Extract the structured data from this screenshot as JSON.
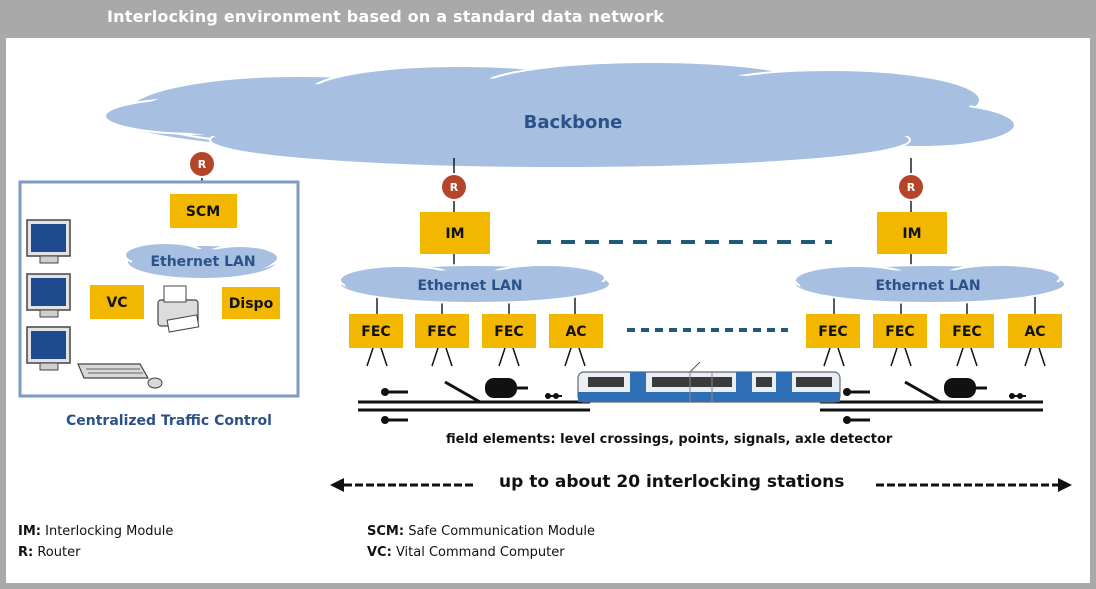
{
  "title": "Interlocking environment based on a standard data network",
  "backbone_label": "Backbone",
  "router_label": "R",
  "scm_label": "SCM",
  "im_label": "IM",
  "vc_label": "VC",
  "dispo_label": "Dispo",
  "lan_label": "Ethernet LAN",
  "fec_label": "FEC",
  "ac_label": "AC",
  "ctc_label": "Centralized Traffic Control",
  "field_caption": "field elements: level crossings, points, signals, axle detector",
  "stations_caption": "up to about 20 interlocking stations",
  "legend": [
    {
      "abbr": "IM:",
      "text": "Interlocking Module"
    },
    {
      "abbr": "R:",
      "text": "Router"
    },
    {
      "abbr": "SCM:",
      "text": "Safe Communication Module"
    },
    {
      "abbr": "VC:",
      "text": "Vital Command Computer"
    }
  ],
  "colors": {
    "cloud": "#a7bfe0",
    "module_fill": "#f2b800",
    "router_fill": "#b5452a",
    "label_blue": "#2a5289",
    "frame_gray": "#a9a9a9",
    "dashes": "#1f5a78"
  }
}
